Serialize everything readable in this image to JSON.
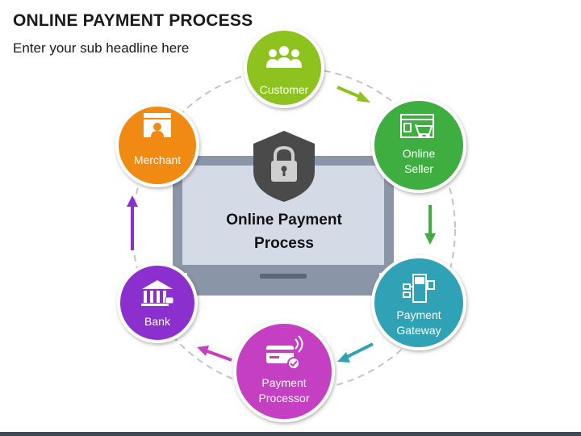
{
  "header": {
    "title": "ONLINE PAYMENT PROCESS",
    "subtitle": "Enter your sub headline here"
  },
  "center": {
    "line1": "Online Payment",
    "line2": "Process",
    "icon": "shield-lock-icon"
  },
  "nodes": [
    {
      "id": "customer",
      "line1": "Customer",
      "line2": "",
      "color": "#8dc21f",
      "icon": "group-icon"
    },
    {
      "id": "online-seller",
      "line1": "Online",
      "line2": "Seller",
      "color": "#3dae3f",
      "icon": "shopping-cart-icon"
    },
    {
      "id": "payment-gateway",
      "line1": "Payment",
      "line2": "Gateway",
      "color": "#2fa3b5",
      "icon": "card-terminal-icon"
    },
    {
      "id": "payment-processor",
      "line1": "Payment",
      "line2": "Processor",
      "color": "#c43fc1",
      "icon": "contactless-card-icon"
    },
    {
      "id": "bank",
      "line1": "Bank",
      "line2": "",
      "color": "#8b2fcf",
      "icon": "bank-building-icon"
    },
    {
      "id": "merchant",
      "line1": "Merchant",
      "line2": "",
      "color": "#f08a12",
      "icon": "storefront-icon"
    }
  ],
  "colors": {
    "monitor_frame": "#8a96a8",
    "monitor_screen": "#d5dbe6",
    "shield": "#4a4a4a",
    "dashed_ring": "#c4c4c4",
    "arrow_customer_seller": "#8dc21f",
    "arrow_seller_gateway": "#3dae3f",
    "arrow_gateway_processor": "#2fa3b5",
    "arrow_processor_bank": "#c43fc1",
    "arrow_bank_merchant": "#8b2fcf"
  }
}
